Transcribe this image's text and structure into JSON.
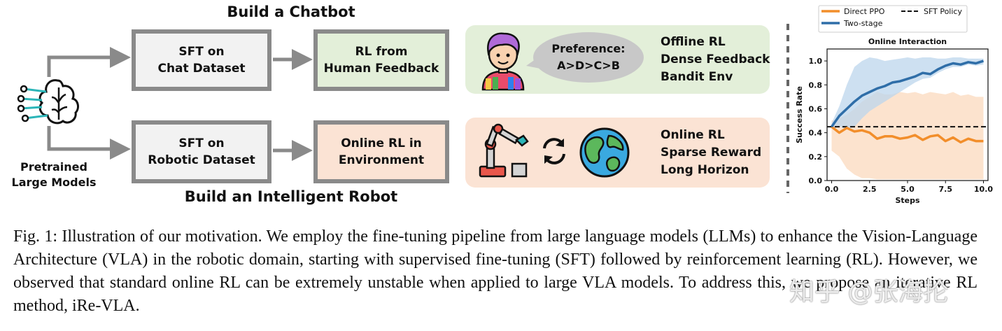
{
  "titles": {
    "chatbot": "Build a Chatbot",
    "robot": "Build an Intelligent Robot"
  },
  "pretrained_label": "Pretrained\nLarge Models",
  "boxes": {
    "sft_chat": "SFT on\nChat Dataset",
    "rlhf": "RL from\nHuman Feedback",
    "sft_robot": "SFT on\nRobotic Dataset",
    "online_rl_env": "Online RL in\nEnvironment"
  },
  "panels": {
    "top": {
      "bubble": "Preference:\nA>D>C>B",
      "text": "Offline RL\nDense Feedback\nBandit Env",
      "color": "#e3efd9"
    },
    "bottom": {
      "text": "Online RL\nSparse Reward\nLong Horizon",
      "color": "#fbe3d4"
    }
  },
  "chart_data": {
    "type": "line",
    "title": "Online Interaction",
    "xlabel": "Steps",
    "ylabel": "Success Rate",
    "xlim": [
      -0.3,
      10.3
    ],
    "ylim": [
      0.0,
      1.1
    ],
    "xticks": [
      "0.0",
      "2.5",
      "5.0",
      "7.5",
      "10.0"
    ],
    "yticks": [
      "0.0",
      "0.2",
      "0.4",
      "0.6",
      "0.8",
      "1.0"
    ],
    "legend_position": "top",
    "reference_line": {
      "name": "SFT Policy",
      "y": 0.45,
      "style": "dashed",
      "color": "#111111"
    },
    "series": [
      {
        "name": "Direct PPO",
        "color": "#f28e2b",
        "band_color": "#fbd9bd",
        "x": [
          0,
          0.5,
          1,
          1.5,
          2,
          2.5,
          3,
          3.5,
          4,
          4.5,
          5,
          5.5,
          6,
          6.5,
          7,
          7.5,
          8,
          8.5,
          9,
          9.5,
          10
        ],
        "y": [
          0.45,
          0.4,
          0.44,
          0.41,
          0.42,
          0.4,
          0.35,
          0.37,
          0.37,
          0.35,
          0.36,
          0.38,
          0.34,
          0.37,
          0.38,
          0.33,
          0.36,
          0.32,
          0.35,
          0.33,
          0.33
        ],
        "lower": [
          0.25,
          0.2,
          0.1,
          0.05,
          0.02,
          0.02,
          0.01,
          0.01,
          0.01,
          0.01,
          0.01,
          0.01,
          0.01,
          0.01,
          0.01,
          0.01,
          0.01,
          0.01,
          0.01,
          0.01,
          0.01
        ],
        "upper": [
          0.5,
          0.52,
          0.55,
          0.6,
          0.66,
          0.7,
          0.74,
          0.72,
          0.72,
          0.74,
          0.73,
          0.74,
          0.72,
          0.74,
          0.73,
          0.72,
          0.74,
          0.71,
          0.72,
          0.7,
          0.7
        ]
      },
      {
        "name": "Two-stage",
        "color": "#2f6ea8",
        "band_color": "#bcd5ec",
        "x": [
          0,
          0.5,
          1,
          1.5,
          2,
          2.5,
          3,
          3.5,
          4,
          4.5,
          5,
          5.5,
          6,
          6.5,
          7,
          7.5,
          8,
          8.5,
          9,
          9.5,
          10
        ],
        "y": [
          0.45,
          0.54,
          0.6,
          0.66,
          0.71,
          0.74,
          0.77,
          0.79,
          0.82,
          0.83,
          0.85,
          0.87,
          0.9,
          0.89,
          0.93,
          0.96,
          0.98,
          0.97,
          0.99,
          0.98,
          1.0
        ],
        "lower": [
          0.43,
          0.45,
          0.43,
          0.45,
          0.52,
          0.58,
          0.62,
          0.66,
          0.7,
          0.74,
          0.78,
          0.82,
          0.85,
          0.86,
          0.9,
          0.93,
          0.95,
          0.95,
          0.97,
          0.96,
          0.97
        ],
        "upper": [
          0.48,
          0.62,
          0.8,
          0.95,
          1.0,
          1.03,
          1.02,
          1.0,
          1.01,
          1.02,
          1.03,
          1.02,
          1.03,
          1.03,
          1.02,
          1.02,
          1.03,
          1.03,
          1.02,
          1.02,
          1.02
        ]
      }
    ]
  },
  "caption": "Fig. 1: Illustration of our motivation. We employ the fine-tuning pipeline from large language models (LLMs) to enhance the Vision-Language Architecture (VLA) in the robotic domain, starting with supervised fine-tuning (SFT) followed by reinforcement learning (RL). However, we observed that standard online RL can be extremely unstable when applied to large VLA models. To address this, we propose an iterative RL method, iRe-VLA.",
  "watermark": "知乎 @张海抡",
  "colors": {
    "box_border": "#8a8a8a",
    "box_gray": "#f2f2f2",
    "box_green": "#e3efd9",
    "box_peach": "#fbe3d4",
    "arrow": "#8a8a8a"
  }
}
